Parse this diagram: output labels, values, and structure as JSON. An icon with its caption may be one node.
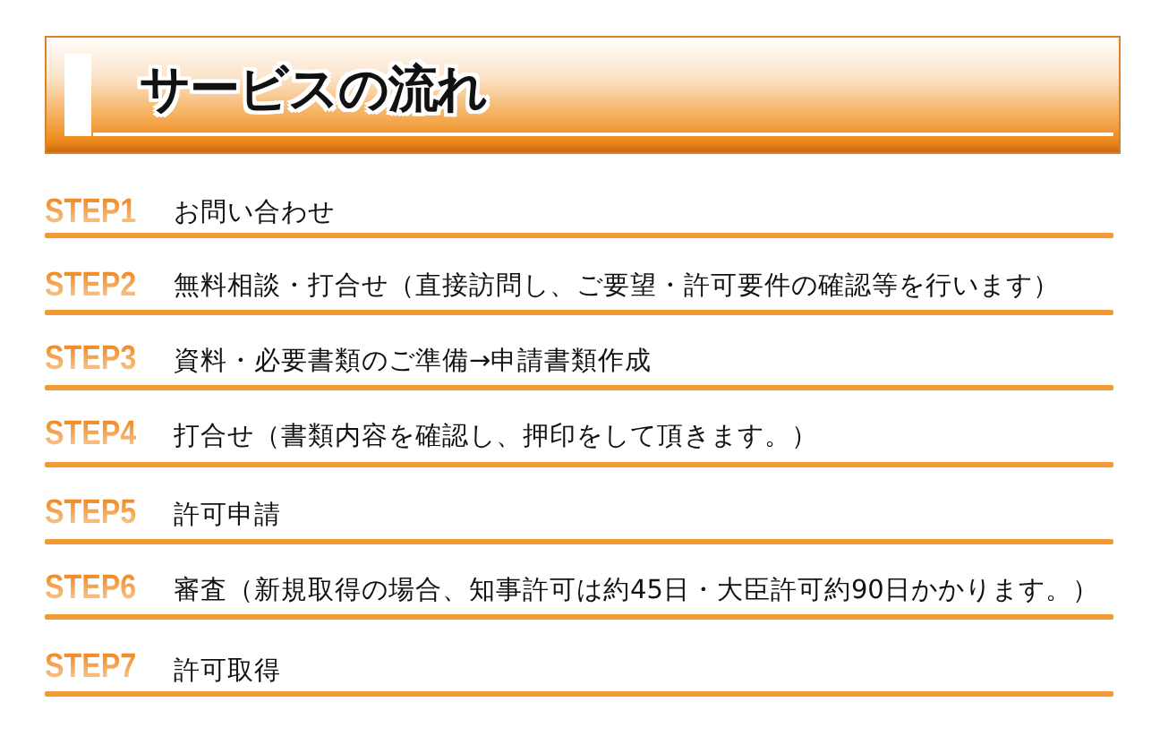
{
  "diagram": {
    "title": "サービスの流れ",
    "labels": [
      "STEP1",
      "お問い合わせ",
      "STEP2",
      "無料相談・打合せ（直接訪問し、ご要望・許可要件の確認等を行います）",
      "STEP3",
      "資料・必要書類のご準備→申請書類作成",
      "STEP4",
      "打合せ（書類内容を確認し、押印をして頂きます。）",
      "STEP5",
      "許可申請",
      "STEP6",
      "審査（新規取得の場合、知事許可は約45日・大臣許可約90日かかります。）",
      "STEP7",
      "許可取得"
    ]
  }
}
